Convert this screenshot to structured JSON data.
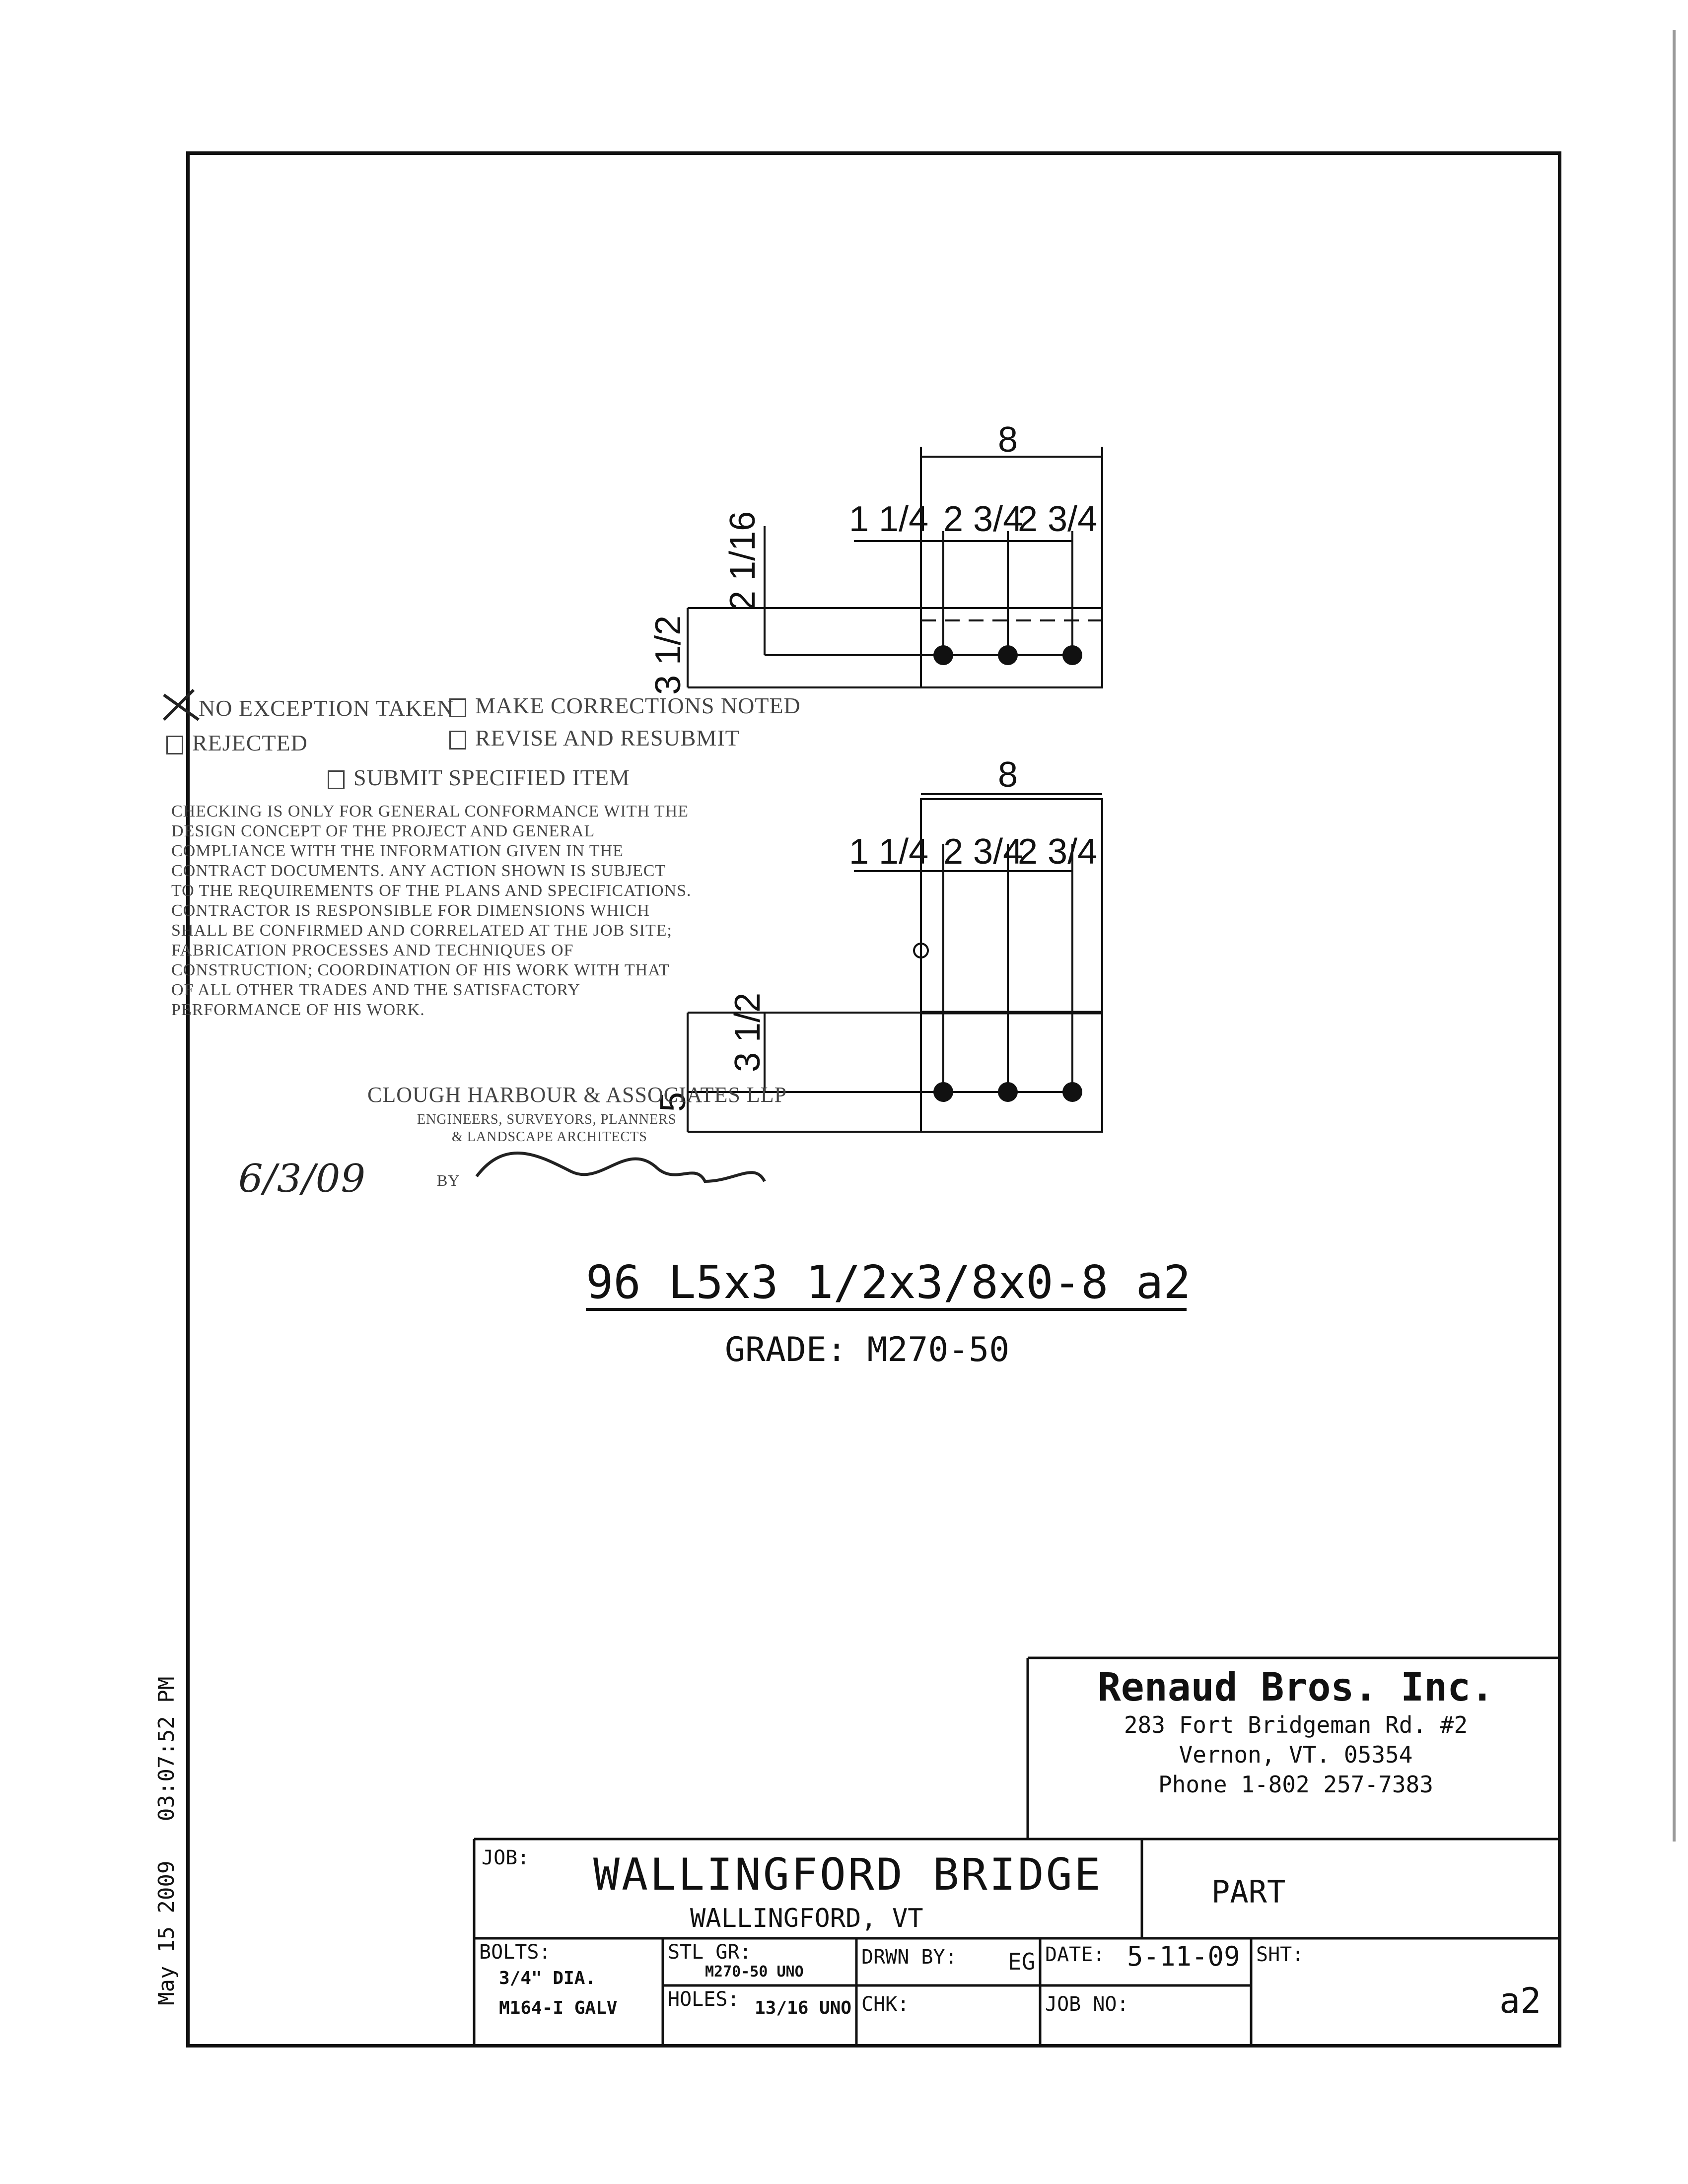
{
  "timestamp": "May 15 2009   03:07:52 PM",
  "view_top": {
    "overall": "8",
    "edge": "1 1/4",
    "spacing1": "2 3/4",
    "spacing2": "2 3/4",
    "gauge": "2 1/16",
    "leg": "3 1/2"
  },
  "view_bottom": {
    "overall": "8",
    "edge": "1 1/4",
    "spacing1": "2 3/4",
    "spacing2": "2 3/4",
    "leg_short": "3 1/2",
    "leg_long": "5"
  },
  "stamp": {
    "no_exception": "NO EXCEPTION TAKEN",
    "make_corrections": "MAKE CORRECTIONS NOTED",
    "rejected": "REJECTED",
    "revise": "REVISE AND RESUBMIT",
    "submit": "SUBMIT SPECIFIED ITEM",
    "paragraph": [
      "CHECKING IS ONLY FOR GENERAL CONFORMANCE WITH THE",
      "DESIGN CONCEPT OF THE PROJECT AND GENERAL",
      "COMPLIANCE WITH THE INFORMATION GIVEN IN THE",
      "CONTRACT DOCUMENTS. ANY ACTION SHOWN IS SUBJECT",
      "TO THE REQUIREMENTS OF THE PLANS AND SPECIFICATIONS.",
      "CONTRACTOR IS RESPONSIBLE FOR DIMENSIONS WHICH",
      "SHALL BE CONFIRMED AND CORRELATED AT THE JOB SITE;",
      "FABRICATION PROCESSES AND TECHNIQUES OF",
      "CONSTRUCTION; COORDINATION OF HIS WORK WITH THAT",
      "OF ALL OTHER TRADES AND THE SATISFACTORY",
      "PERFORMANCE OF HIS WORK."
    ],
    "firm": "CLOUGH HARBOUR & ASSOCIATES LLP",
    "firm_sub1": "ENGINEERS, SURVEYORS, PLANNERS",
    "firm_sub2": "& LANDSCAPE ARCHITECTS",
    "date_hand": "6/3/09",
    "by": "BY"
  },
  "part_mark": "96 L5x3 1/2x3/8x0-8 a2",
  "grade": "GRADE: M270-50",
  "company": {
    "name": "Renaud Bros. Inc.",
    "address": "283 Fort Bridgeman Rd. #2",
    "city": "Vernon, VT. 05354",
    "phone": "Phone 1-802 257-7383"
  },
  "title_block": {
    "job_label": "JOB:",
    "job": "WALLINGFORD BRIDGE",
    "job_location": "WALLINGFORD, VT",
    "part_label": "PART",
    "bolts_label": "BOLTS:",
    "bolts_1": "3/4\" DIA.",
    "bolts_2": "M164-I GALV",
    "stl_gr_label": "STL GR:",
    "stl_gr": "M270-50 UNO",
    "holes_label": "HOLES:",
    "holes": "13/16 UNO",
    "drawn_by_label": "DRWN BY:",
    "drawn_by": "EG",
    "chk_label": "CHK:",
    "date_label": "DATE:",
    "date": "5-11-09",
    "job_no_label": "JOB NO:",
    "sht_label": "SHT:",
    "sht": "a2"
  }
}
